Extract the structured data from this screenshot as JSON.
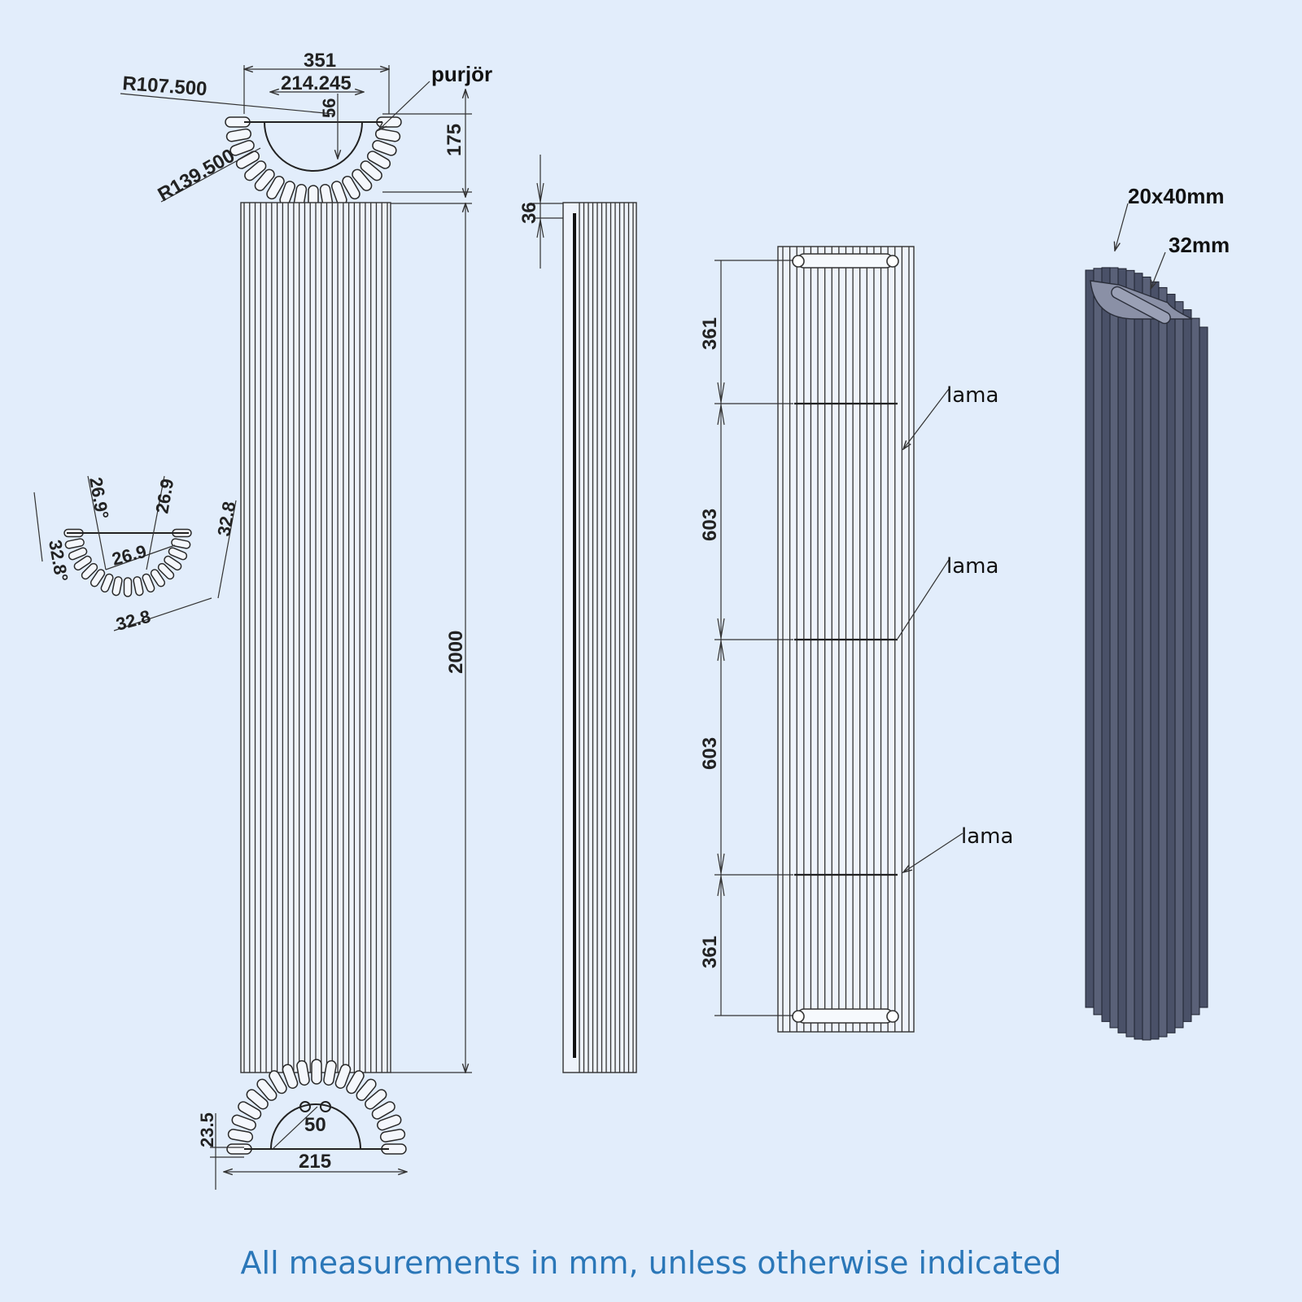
{
  "top_section": {
    "width_351": "351",
    "width_214": "214.245",
    "radius_inner": "R107.500",
    "radius_outer": "R139.500",
    "depth_56": "56",
    "depth_175": "175",
    "purjor_label": "purjör"
  },
  "left_section": {
    "angle_a": "26.9°",
    "angle_b": "26.9",
    "dim_328_right": "32.8",
    "dim_269_center": "26.9",
    "angle_c": "32.8°",
    "dim_328_bottom": "32.8"
  },
  "front_view": {
    "height_2000": "2000"
  },
  "side_view": {
    "offset_36": "36"
  },
  "bottom_section": {
    "dim_50": "50",
    "dim_215": "215",
    "dim_235": "23.5"
  },
  "rear_view": {
    "spacing": [
      "361",
      "603",
      "603",
      "361"
    ],
    "lama_labels": [
      "lama",
      "lama",
      "lama"
    ]
  },
  "iso_view": {
    "bar_label": "20x40mm",
    "pipe_label": "32mm"
  },
  "caption": "All measurements in mm, unless otherwise indicated",
  "colors": {
    "background": "#e2edfb",
    "caption": "#2b77b8",
    "slat_3d": "#4a5168"
  }
}
